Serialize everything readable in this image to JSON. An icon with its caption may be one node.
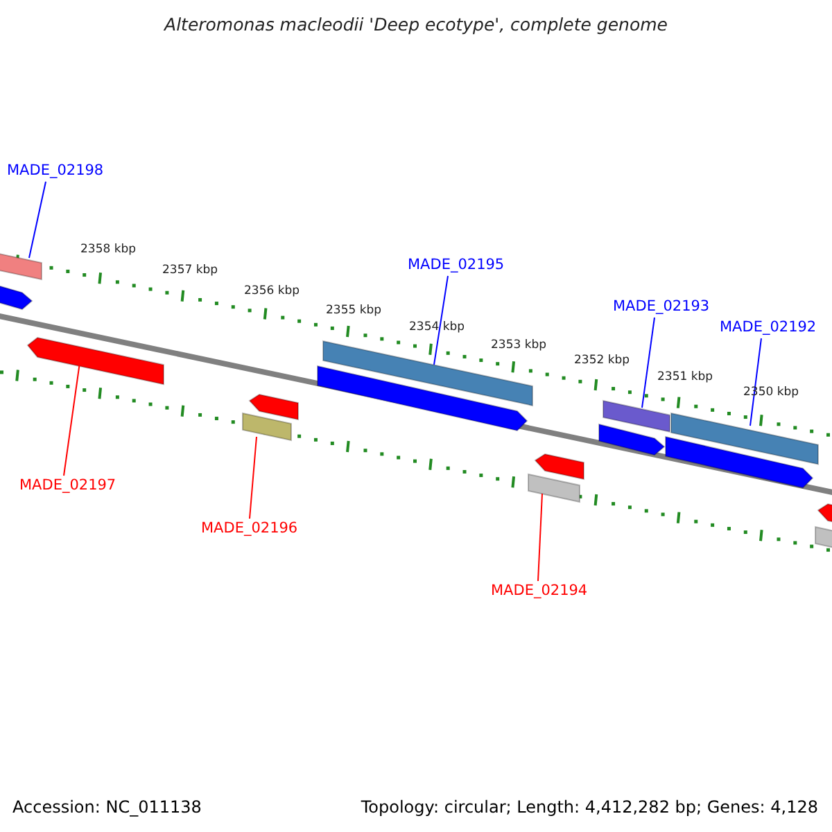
{
  "diagram": {
    "title": "Alteromonas macleodii 'Deep ecotype', complete genome",
    "nodes": [
      {
        "text": [
          "MADE_02198"
        ]
      },
      {
        "text": [
          "MADE_02195"
        ]
      },
      {
        "text": [
          "MADE_02193"
        ]
      },
      {
        "text": [
          "MADE_02192"
        ]
      },
      {
        "text": [
          "MADE_02197"
        ]
      },
      {
        "text": [
          "MADE_02196"
        ]
      },
      {
        "text": [
          "MADE_02194"
        ]
      },
      {
        "text": [],
        "shape": "bar"
      },
      {
        "text": [],
        "shape": "arrow"
      },
      {
        "text": [],
        "shape": "arrow"
      },
      {
        "text": [],
        "shape": "bar"
      },
      {
        "text": [],
        "shape": "arrow"
      },
      {
        "text": [],
        "shape": "arrow"
      },
      {
        "text": [],
        "shape": "bar"
      },
      {
        "text": [],
        "shape": "bar"
      },
      {
        "text": [],
        "shape": "arrow"
      },
      {
        "text": [],
        "shape": "arrow"
      },
      {
        "text": [],
        "shape": "bar"
      },
      {
        "text": [],
        "shape": "arrow"
      },
      {
        "text": [],
        "shape": "bar"
      },
      {
        "text": [],
        "shape": "bar"
      },
      {
        "text": [],
        "shape": "arrow"
      }
    ],
    "edges": [
      {
        "from": 0,
        "to": 7,
        "arrow": "none"
      },
      {
        "from": 4,
        "to": 9,
        "arrow": "none",
        "color": "#ff0000"
      },
      {
        "from": 5,
        "to": 10,
        "arrow": "none",
        "color": "#ff0000"
      },
      {
        "from": 1,
        "to": 13,
        "arrow": "none"
      },
      {
        "from": 6,
        "to": 14,
        "arrow": "none",
        "color": "#ff0000"
      },
      {
        "from": 2,
        "to": 17,
        "arrow": "none"
      },
      {
        "from": 3,
        "to": 19,
        "arrow": "none"
      }
    ],
    "labels": [
      "2358 kbp",
      "2357 kbp",
      "2356 kbp",
      "2355 kbp",
      "2354 kbp",
      "2353 kbp",
      "2352 kbp",
      "2351 kbp",
      "2350 kbp",
      "Accession: NC_011138",
      "Topology: circular; Length: 4,412,282 bp; Genes: 4,128"
    ]
  }
}
